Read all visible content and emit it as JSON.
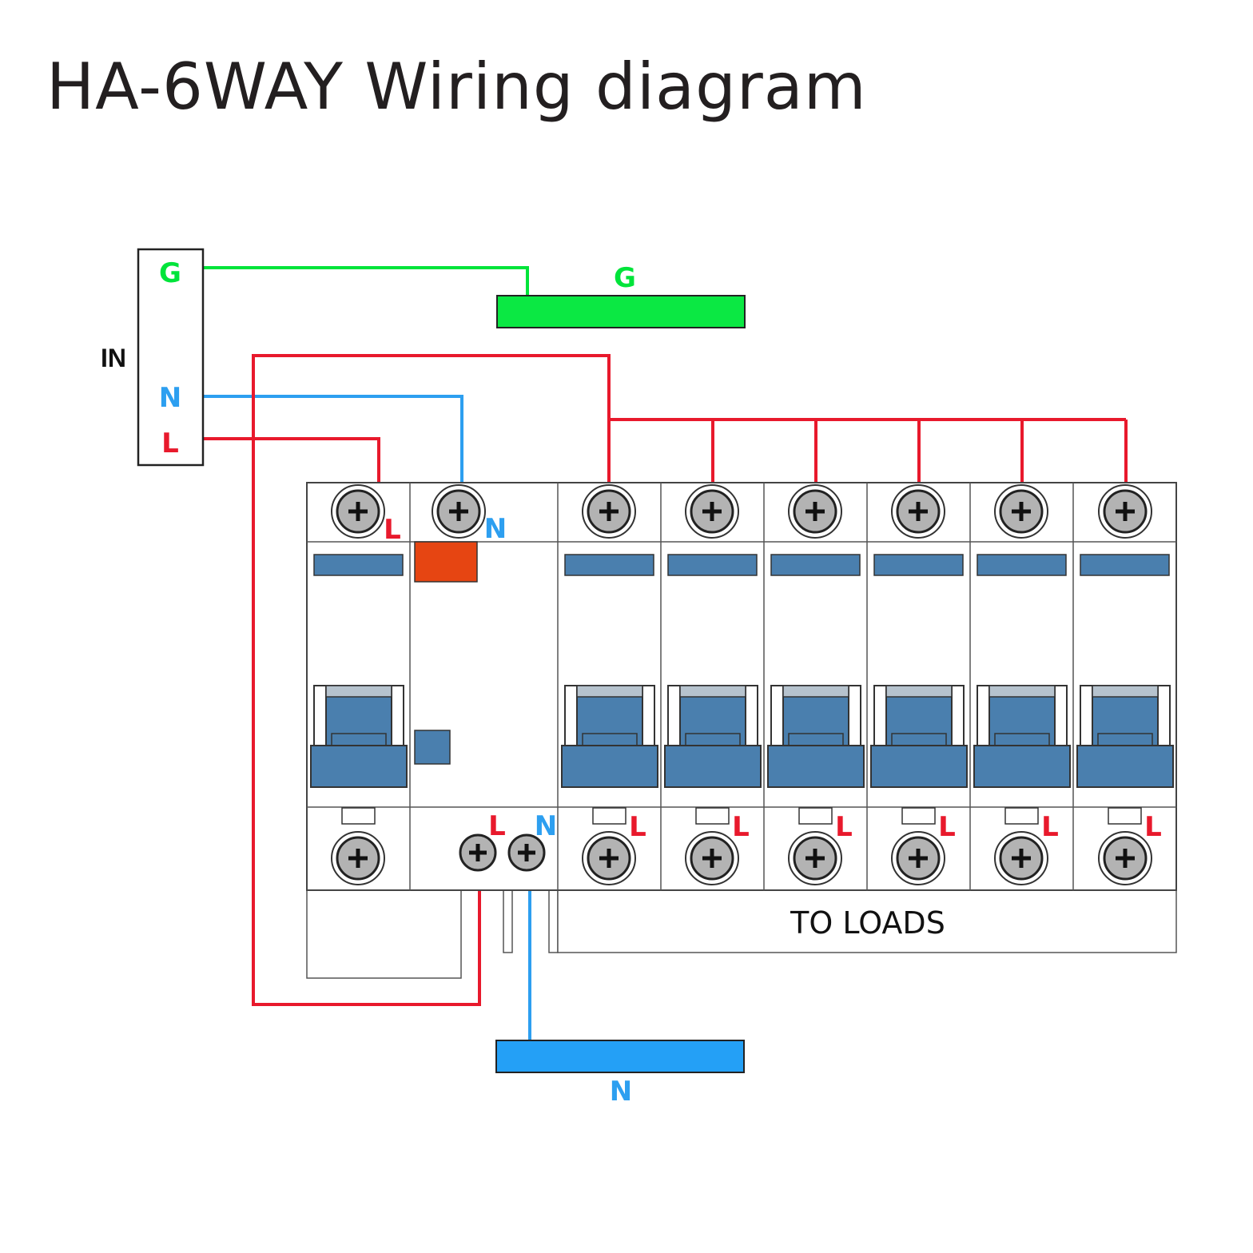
{
  "title": "HA-6WAY Wiring diagram",
  "input_block": {
    "label": "IN",
    "terminals": {
      "ground": "G",
      "neutral": "N",
      "line": "L"
    }
  },
  "ground_bar": {
    "label": "G"
  },
  "neutral_bar": {
    "label": "N"
  },
  "rcd": {
    "top_labels": {
      "line": "L",
      "neutral": "N"
    },
    "bottom_labels": {
      "line": "L",
      "neutral": "N"
    }
  },
  "breakers": {
    "count": 6,
    "bottom_label": "L"
  },
  "loads_label": "TO LOADS",
  "terminal_symbol": "+",
  "colors": {
    "ground_wire": "#00e43a",
    "neutral_wire": "#2d9ff0",
    "line_wire": "#e8192c",
    "breaker_blue": "#4a7fae",
    "rcd_test_button": "#e64512",
    "text": "#231f20"
  }
}
